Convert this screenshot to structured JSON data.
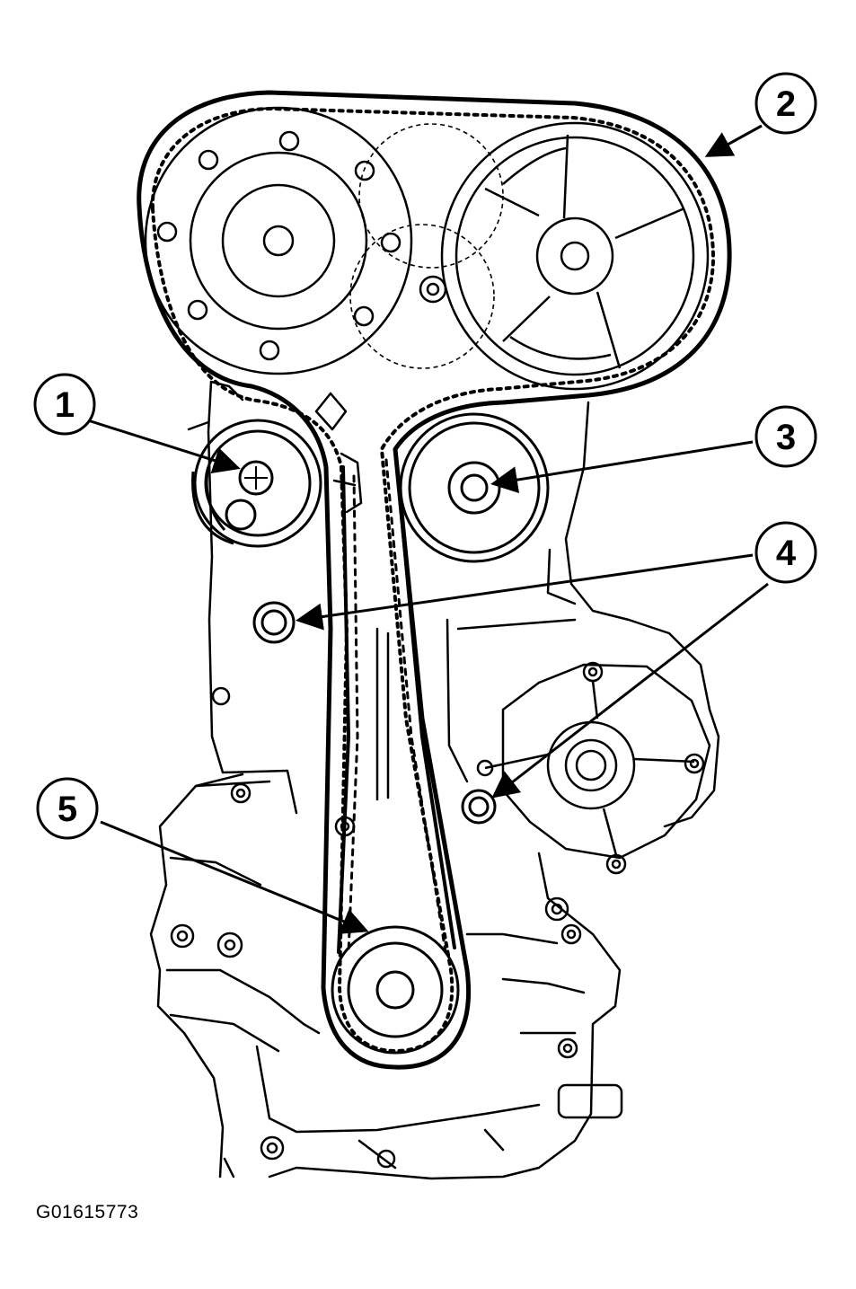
{
  "callouts": {
    "c1": "1",
    "c2": "2",
    "c3": "3",
    "c4": "4",
    "c5": "5"
  },
  "figure_id": "G01615773",
  "colors": {
    "line": "#000000",
    "background": "#ffffff"
  }
}
